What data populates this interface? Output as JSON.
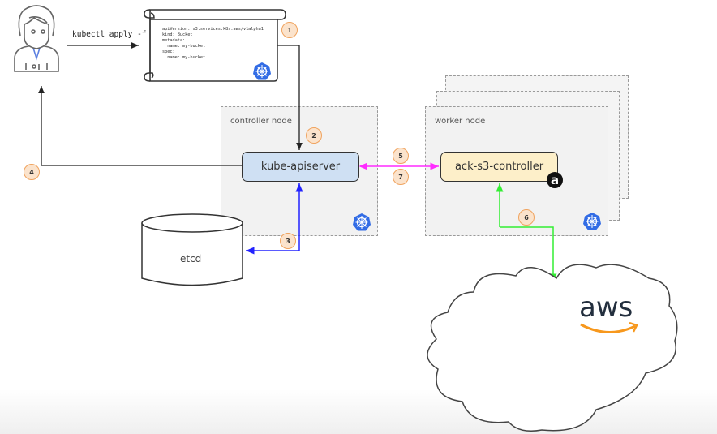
{
  "user": {
    "icon": "user-avatar-icon",
    "command": "kubectl apply -f"
  },
  "manifest": {
    "icon": "scroll-document-icon",
    "lines": [
      "apiVersion: s3.services.k8s.aws/v1alpha1",
      "kind: Bucket",
      "metadata:",
      "  name: my-bucket",
      "spec:",
      "  name: my-bucket"
    ]
  },
  "controller_node": {
    "label": "controller node",
    "component": "kube-apiserver",
    "component_color": "#cfe0f3"
  },
  "worker_node": {
    "label": "worker node",
    "component": "ack-s3-controller",
    "component_color": "#fdefc9",
    "badge": "a"
  },
  "etcd": {
    "label": "etcd"
  },
  "cloud": {
    "label": "aws",
    "text_color": "#232f3e",
    "smile_color": "#f7981d"
  },
  "steps": [
    "1",
    "2",
    "3",
    "4",
    "5",
    "6",
    "7"
  ],
  "colors": {
    "step_fill": "#fbe3cc",
    "step_border": "#f0a35e",
    "arrow_api_etcd": "#2323ff",
    "arrow_api_controller": "#ff2bff",
    "arrow_controller_aws": "#33ee33",
    "kubernetes_blue": "#326ce5"
  }
}
